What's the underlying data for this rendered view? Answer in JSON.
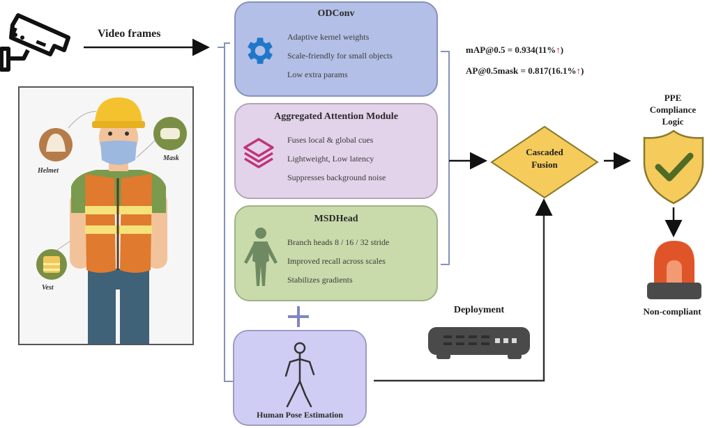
{
  "diagram": {
    "input": {
      "camera_icon": "cctv-camera-icon",
      "arrow_label": "Video frames"
    },
    "worker_panel": {
      "labels": {
        "helmet": "Helmet",
        "mask": "Mask",
        "vest": "Vest"
      }
    },
    "modules": [
      {
        "title": "ODConv",
        "icon": "gear-icon",
        "items": [
          "Adaptive kernel weights",
          "Scale-friendly for small objects",
          "Low extra params"
        ],
        "color": "#b3bfe6"
      },
      {
        "title": "Aggregated Attention Module",
        "icon": "layers-icon",
        "items": [
          "Fuses local & global cues",
          "Lightweight, Low latency",
          "Suppresses background noise"
        ],
        "color": "#e2d3ea"
      },
      {
        "title": "MSDHead",
        "icon": "person-icon",
        "items": [
          "Branch heads 8 / 16 / 32 stride",
          "Improved recall across scales",
          "Stabilizes gradients"
        ],
        "color": "#c9dbab"
      }
    ],
    "plus_symbol": "+",
    "pose_module": {
      "title": "Human Pose Estimation",
      "icon": "stick-figure-icon",
      "color": "#cfcdf4"
    },
    "metrics": [
      {
        "label": "mAP@0.5 = 0.934(11%",
        "arrow": "↑",
        "close": ")"
      },
      {
        "label": "AP@0.5mask = 0.817(16.1%",
        "arrow": "↑",
        "close": ")"
      }
    ],
    "fusion": {
      "line1": "Cascaded",
      "line2": "Fusion",
      "color": "#f5cb5c"
    },
    "deployment": {
      "label": "Deployment",
      "icon": "edge-device-icon"
    },
    "compliance": {
      "line1": "PPE",
      "line2": "Compliance",
      "line3": "Logic",
      "icon": "shield-check-icon"
    },
    "alarm": {
      "label": "Non-compliant",
      "icon": "alarm-siren-icon"
    }
  }
}
